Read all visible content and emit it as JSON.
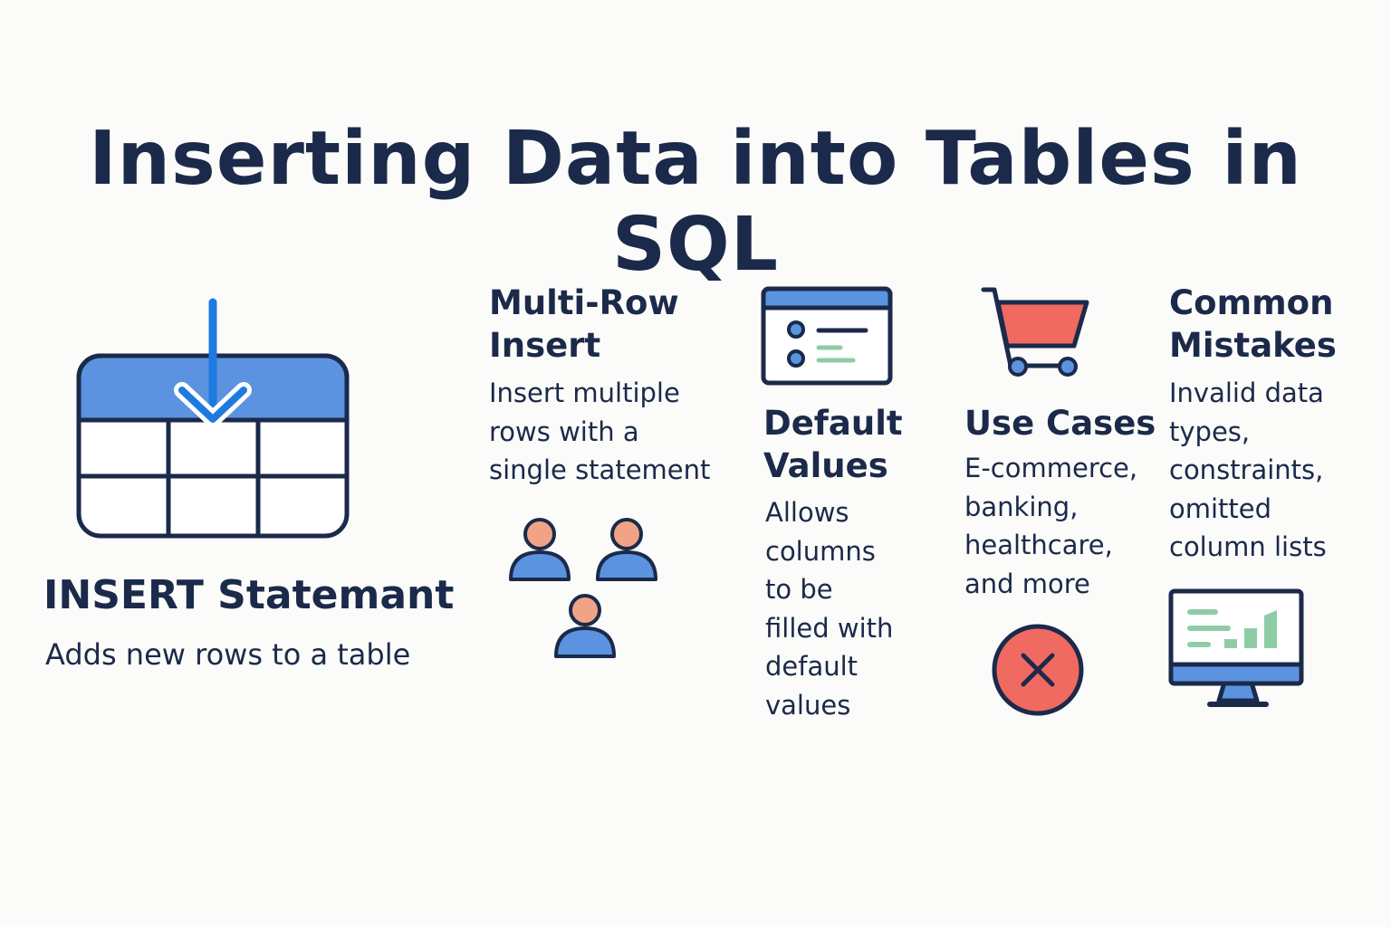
{
  "title": "Inserting Data into Tables in SQL",
  "colors": {
    "navy": "#1b2a4a",
    "blue": "#5b93e0",
    "arrow_blue": "#1f7ae0",
    "salmon": "#f2a386",
    "red": "#f06a62",
    "green": "#8fcca6"
  },
  "sections": {
    "insert": {
      "icon": "table-insert-icon",
      "heading": "INSERT Statemant",
      "text": "Adds new rows to a table"
    },
    "multi_row": {
      "icon": "users-icon",
      "heading": "Multi-Row\nInsert",
      "text": "Insert multiple\nrows with a\nsingle statement"
    },
    "default_values": {
      "icon": "form-window-icon",
      "heading": "Default\nValues",
      "text": "Allows\ncolumns\nto be\nfilled with\ndefault\nvalues"
    },
    "use_cases": {
      "icon": "shopping-cart-icon",
      "heading": "Use Cases",
      "text": "E-commerce,\nbanking,\nhealthcare,\nand more"
    },
    "common_mistakes": {
      "icons": [
        "error-x-icon",
        "monitor-chart-icon"
      ],
      "heading": "Common\nMistakes",
      "text": "Invalid data\ntypes,\nconstraints,\nomitted\ncolumn lists"
    }
  }
}
